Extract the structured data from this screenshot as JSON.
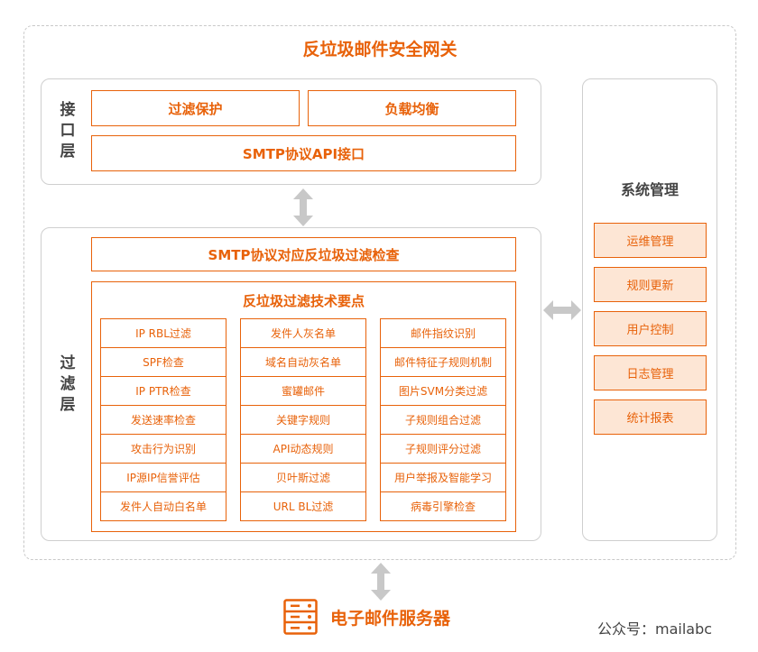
{
  "title": "反垃圾邮件安全网关",
  "interface_layer": {
    "label_chars": [
      "接",
      "口",
      "层"
    ],
    "boxes": [
      "过滤保护",
      "负载均衡"
    ],
    "api": "SMTP协议API接口"
  },
  "filter_layer": {
    "label_chars": [
      "过",
      "滤",
      "层"
    ],
    "smtp_check": "SMTP协议对应反垃圾过滤检查",
    "tech_title": "反垃圾过滤技术要点",
    "columns": [
      [
        "IP RBL过滤",
        "SPF检查",
        "IP PTR检查",
        "发送速率检查",
        "攻击行为识别",
        "IP源IP信誉评估",
        "发件人自动白名单"
      ],
      [
        "发件人灰名单",
        "域名自动灰名单",
        "蜜罐邮件",
        "关键字规则",
        "API动态规则",
        "贝叶斯过滤",
        "URL BL过滤"
      ],
      [
        "邮件指纹识别",
        "邮件特征子规则机制",
        "图片SVM分类过滤",
        "子规则组合过滤",
        "子规则评分过滤",
        "用户举报及智能学习",
        "病毒引擎检查"
      ]
    ]
  },
  "system_management": {
    "title": "系统管理",
    "items": [
      "运维管理",
      "规则更新",
      "用户控制",
      "日志管理",
      "统计报表"
    ]
  },
  "server": {
    "label": "电子邮件服务器",
    "icon": "server-icon"
  },
  "watermark": "公众号：mailabc",
  "colors": {
    "accent": "#e8620a",
    "accent_fill": "#fde6d5",
    "arrow": "#c8c8c8",
    "border": "#cfcfcf"
  }
}
